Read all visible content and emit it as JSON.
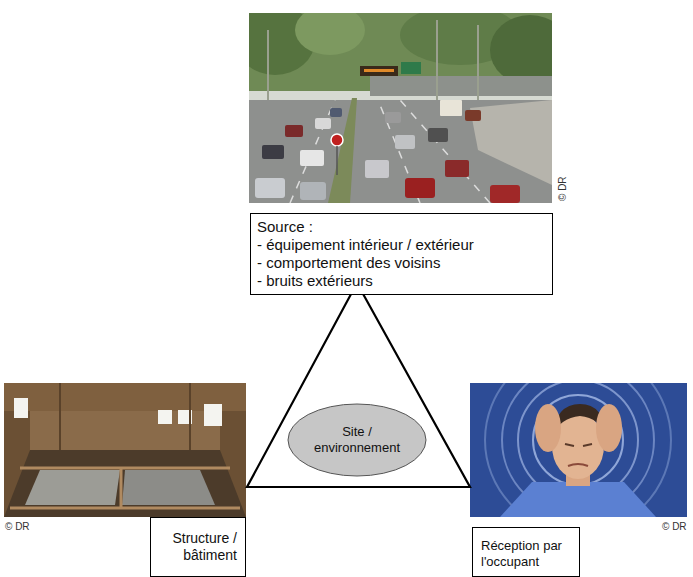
{
  "diagram": {
    "nodes": [
      {
        "text": [
          "Source :",
          "- équipement intérieur / extérieur",
          "- comportement des voisins",
          "- bruits extérieurs"
        ]
      },
      {
        "text": [
          "Site / environnement"
        ]
      },
      {
        "text": [
          "Structure / bâtiment"
        ]
      },
      {
        "text": [
          "Réception par l'occupant"
        ]
      }
    ],
    "labels": [
      "© DR",
      "© DR",
      "© DR"
    ]
  }
}
